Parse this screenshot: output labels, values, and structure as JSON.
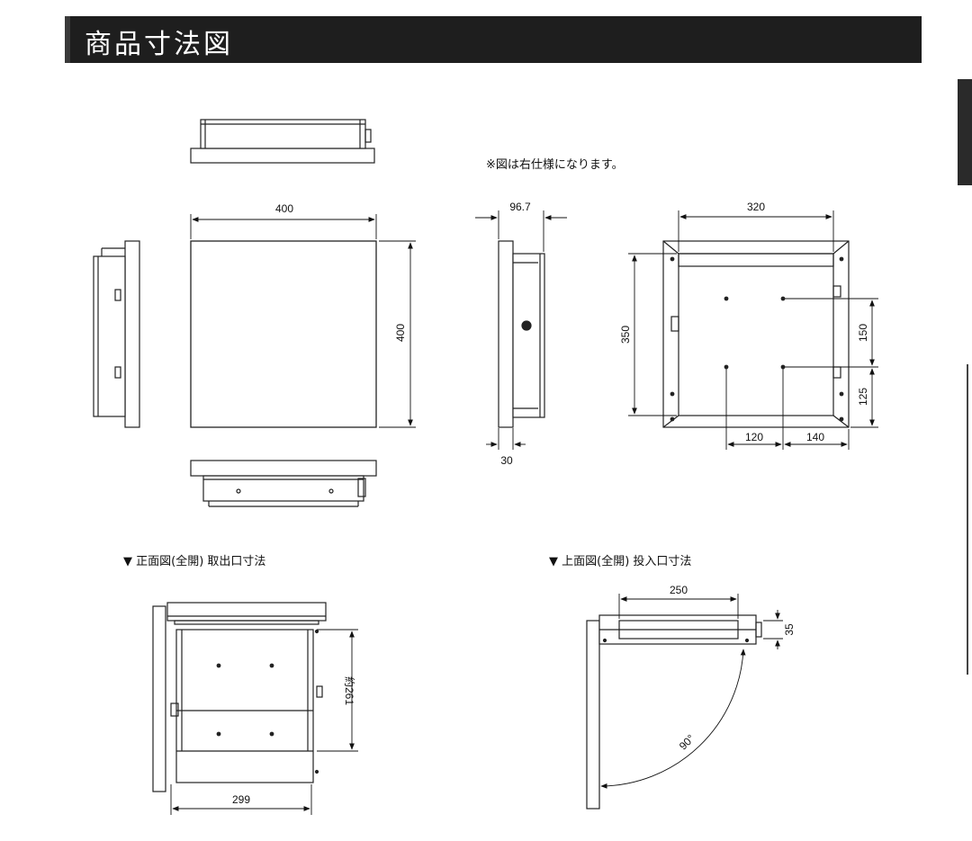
{
  "title": "商品寸法図",
  "note": "※図は右仕様になります。",
  "captions": {
    "front_open": "▼ 正面図(全開) 取出口寸法",
    "top_open": "▼ 上面図(全開) 投入口寸法"
  },
  "dimensions": {
    "front_width": "400",
    "front_height": "400",
    "side_depth": "96.7",
    "side_bottom": "30",
    "back_width": "320",
    "back_height": "350",
    "back_hole_v1": "150",
    "back_hole_v2": "125",
    "back_hole_h1": "120",
    "back_hole_h2": "140",
    "outlet_width": "299",
    "outlet_height": "約261",
    "inlet_width": "250",
    "inlet_height": "35",
    "open_angle": "90°"
  }
}
